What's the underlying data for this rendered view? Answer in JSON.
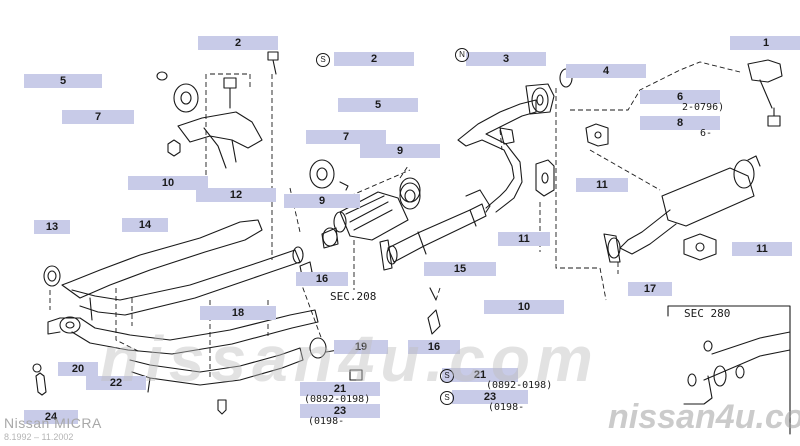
{
  "model": {
    "title": "Nissan MICRA",
    "dates": "8.1992 – 11.2002"
  },
  "watermark": {
    "center": "nissan4u.com",
    "corner": "nissan4u.com"
  },
  "callouts": {
    "c1": "1",
    "c2a": "2",
    "c2b": "2",
    "c3": "3",
    "c4": "4",
    "c5a": "5",
    "c5b": "5",
    "c6": "6",
    "c7a": "7",
    "c7b": "7",
    "c8": "8",
    "c9a": "9",
    "c9b": "9",
    "c10a": "10",
    "c10b": "10",
    "c11a": "11",
    "c11b": "11",
    "c11c": "11",
    "c12": "12",
    "c13": "13",
    "c14": "14",
    "c15": "15",
    "c16a": "16",
    "c16b": "16",
    "c17": "17",
    "c18": "18",
    "c19": "19",
    "c20": "20",
    "c21a": "21",
    "c21b": "21",
    "c22": "22",
    "c23a": "23",
    "c23b": "23",
    "c24": "24"
  },
  "references": {
    "r6": "2-0796)",
    "r8": "6-",
    "sec208": "SEC.208",
    "sec280": "SEC 280",
    "r21a": "(0892-0198)",
    "r21b": "(0892-0198)",
    "r23a": "(0198-",
    "r23b": "(0198-"
  },
  "symbols": {
    "s": "S",
    "n": "N"
  },
  "colors": {
    "callout_bg": "#c8cbe8",
    "line": "#1a1a1a",
    "watermark": "#bebebe"
  }
}
